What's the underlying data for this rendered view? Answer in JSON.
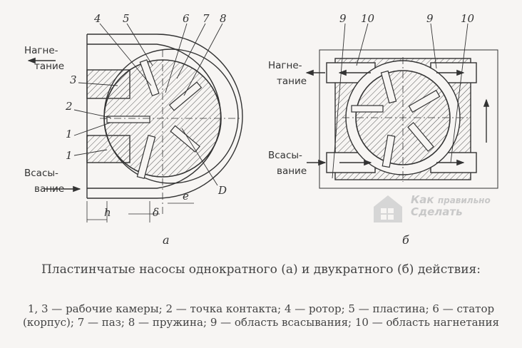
{
  "labels_a": {
    "n1": "1",
    "n1b": "1",
    "n2": "2",
    "n3": "3",
    "n4": "4",
    "n5": "5",
    "n6": "6",
    "n7": "7",
    "n8": "8",
    "D": "D",
    "h": "h",
    "delta": "δ",
    "e": "e"
  },
  "labels_b": {
    "n9a": "9",
    "n10a": "10",
    "n9b": "9",
    "n10b": "10"
  },
  "side_labels": {
    "a_out_1": "Нагне-",
    "a_out_2": "тание",
    "a_in_1": "Всасы-",
    "a_in_2": "вание",
    "b_out_1": "Нагне-",
    "b_out_2": "тание",
    "b_in_1": "Всасы-",
    "b_in_2": "вание"
  },
  "sub_a": "а",
  "sub_b": "б",
  "caption": "Пластинчатые насосы однократного (а) и двукратного (б) действия:",
  "legend": "1, 3 — рабочие камеры; 2 — точка контакта; 4 — ротор; 5 — пластина; 6 — статор (корпус); 7 — паз; 8 — пружина; 9 — область всасывания; 10 — область нагнетания",
  "watermark": {
    "line1": "Как",
    "line2": "правильно",
    "line3": "Сделать"
  },
  "icons": {
    "watermark": "window-logo-icon"
  }
}
